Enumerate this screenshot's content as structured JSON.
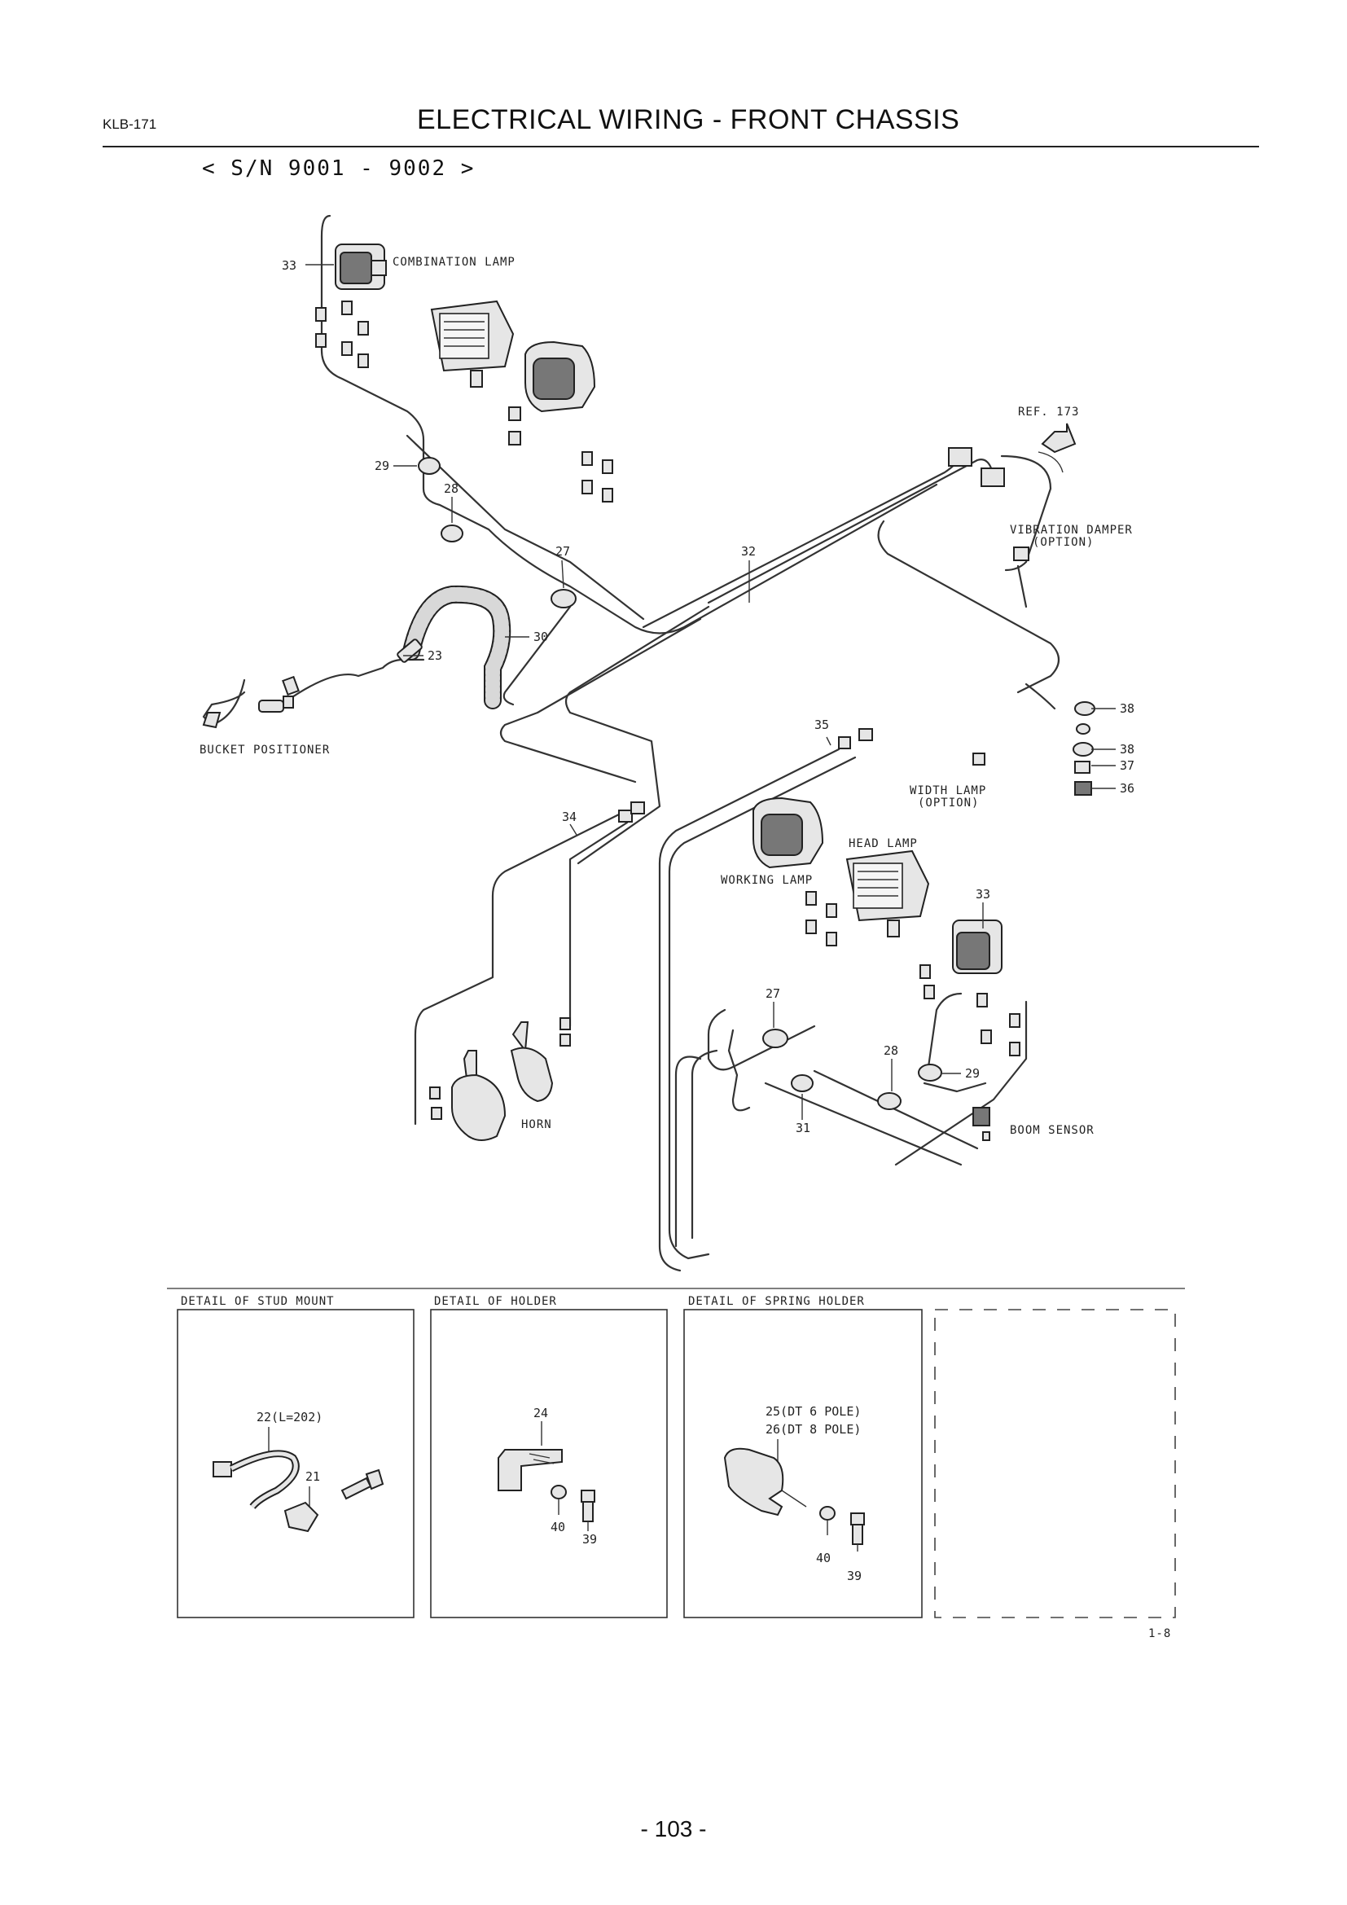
{
  "header": {
    "doc_code": "KLB-171",
    "title": "ELECTRICAL WIRING - FRONT CHASSIS",
    "serial_range": "< S/N 9001 - 9002 >"
  },
  "labels": {
    "combination_lamp": "COMBINATION LAMP",
    "ref": "REF. 173",
    "vibration_damper_1": "VIBRATION DAMPER",
    "vibration_damper_2": "(OPTION)",
    "bucket_positioner": "BUCKET POSITIONER",
    "width_lamp_1": "WIDTH LAMP",
    "width_lamp_2": "(OPTION)",
    "head_lamp": "HEAD LAMP",
    "working_lamp": "WORKING LAMP",
    "horn": "HORN",
    "boom_sensor": "BOOM SENSOR"
  },
  "callouts": {
    "c33a": "33",
    "c29a": "29",
    "c28a": "28",
    "c27a": "27",
    "c32": "32",
    "c30": "30",
    "c23": "23",
    "c35": "35",
    "c38a": "38",
    "c38b": "38",
    "c37": "37",
    "c36": "36",
    "c34": "34",
    "c33b": "33",
    "c27b": "27",
    "c28b": "28",
    "c29b": "29",
    "c31": "31"
  },
  "details": {
    "stud_mount": {
      "title": "DETAIL OF STUD MOUNT",
      "part_a": "22(L=202)",
      "part_b": "21"
    },
    "holder": {
      "title": "DETAIL OF HOLDER",
      "part_a": "24",
      "part_b": "40",
      "part_c": "39"
    },
    "spring_holder": {
      "title": "DETAIL OF SPRING HOLDER",
      "part_a": "25(DT 6 POLE)",
      "part_b": "26(DT 8 POLE)",
      "part_c": "40",
      "part_d": "39"
    }
  },
  "figure_code": "1-8",
  "page_number": "- 103 -"
}
